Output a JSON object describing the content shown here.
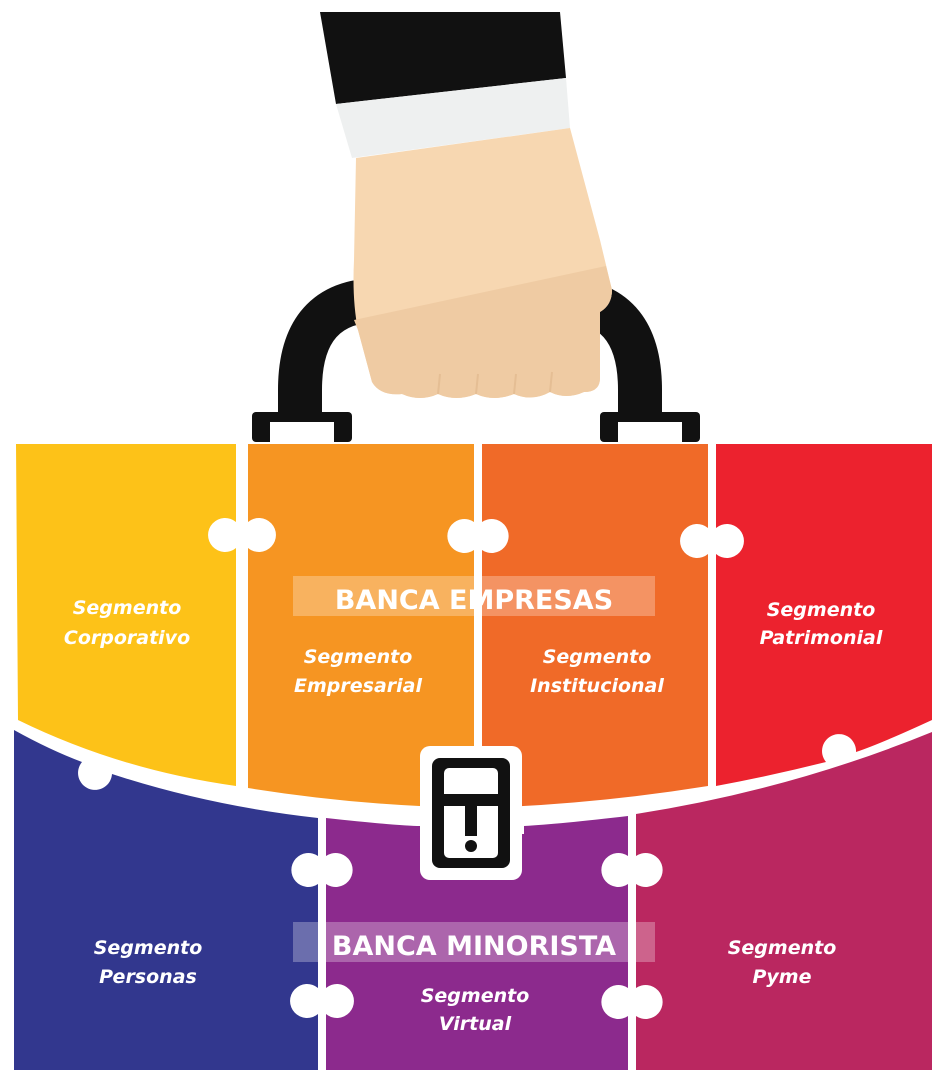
{
  "banners": {
    "empresas": "BANCA EMPRESAS",
    "minorista": "BANCA MINORISTA"
  },
  "segments": {
    "corporativo": {
      "line1": "Segmento",
      "line2": "Corporativo"
    },
    "empresarial": {
      "line1": "Segmento",
      "line2": "Empresarial"
    },
    "institucional": {
      "line1": "Segmento",
      "line2": "Institucional"
    },
    "patrimonial": {
      "line1": "Segmento",
      "line2": "Patrimonial"
    },
    "personas": {
      "line1": "Segmento",
      "line2": "Personas"
    },
    "virtual": {
      "line1": "Segmento",
      "line2": "Virtual"
    },
    "pyme": {
      "line1": "Segmento",
      "line2": "Pyme"
    }
  },
  "colors": {
    "corporativo": "#FDC218",
    "empresarial": "#F69522",
    "institucional": "#F06A28",
    "patrimonial": "#EC222E",
    "personas": "#32378E",
    "virtual": "#8C2A8D",
    "pyme": "#BA2760",
    "sleeve": "#111111",
    "cuff": "#EEF0F0",
    "skin": "#F7D7B1",
    "skin_shadow": "#EFCBA3",
    "handle": "#111111"
  }
}
